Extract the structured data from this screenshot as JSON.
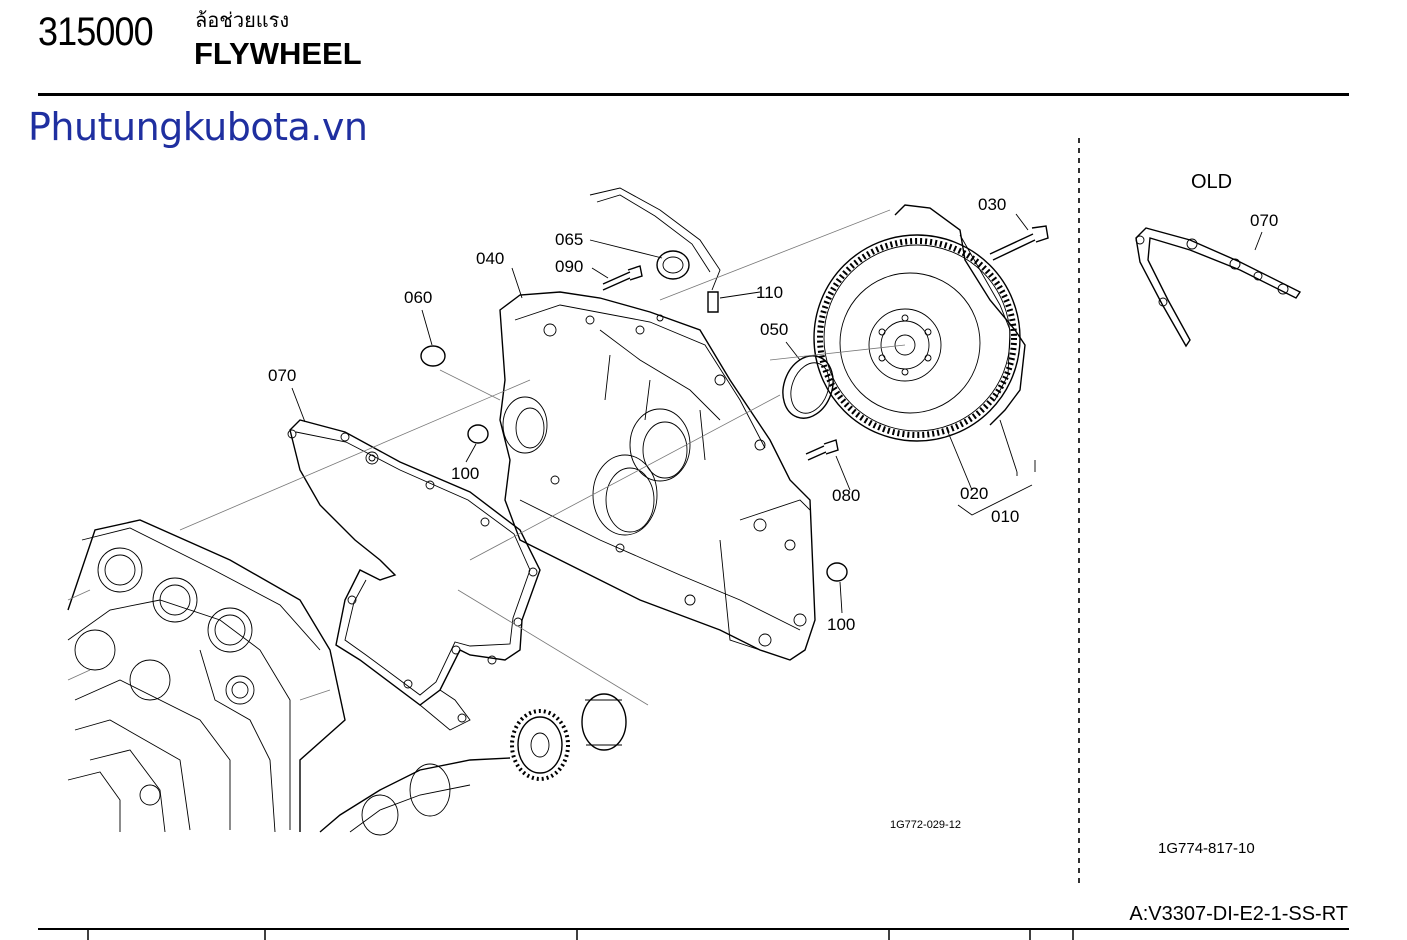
{
  "header": {
    "section_code": "315000",
    "title_thai": "ล้อช่วยแรง",
    "title_en": "FLYWHEEL"
  },
  "watermark": "Phutungkubota.vn",
  "callouts": [
    "010",
    "020",
    "030",
    "040",
    "050",
    "060",
    "065",
    "070",
    "080",
    "090",
    "100",
    "100",
    "110"
  ],
  "old_panel": {
    "label": "OLD",
    "callout": "070",
    "ref": "1G774-817-10"
  },
  "main_ref": "1G772-029-12",
  "model": "A:V3307-DI-E2-1-SS-RT"
}
